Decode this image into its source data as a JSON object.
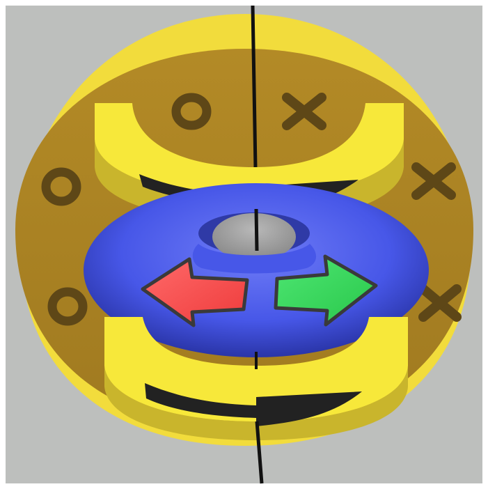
{
  "scene": {
    "background_color": "#bdbfbd",
    "frame_color": "#ffffff",
    "disc": {
      "rim_color": "#f2dc3c",
      "face_color": "#b38a26",
      "face_shade": "#a07a20",
      "symbol_color": "#5e4717",
      "left_symbols": [
        "O",
        "O",
        "O"
      ],
      "right_symbols": [
        "X",
        "X",
        "X"
      ]
    },
    "torus": {
      "color": "#4757e8",
      "highlight": "#6f7cf6",
      "shadow": "#2a35a8",
      "hole_sphere_color": "#8a8a8a"
    },
    "rings": {
      "top_color": "#f7e83a",
      "side_color": "#c9b52c",
      "arrow_color": "#222222"
    },
    "flow_arrows": {
      "left_color": "#ee3b3b",
      "right_color": "#29c74a",
      "outline_color": "#3a3a3a"
    },
    "axis_color": "#111111"
  }
}
